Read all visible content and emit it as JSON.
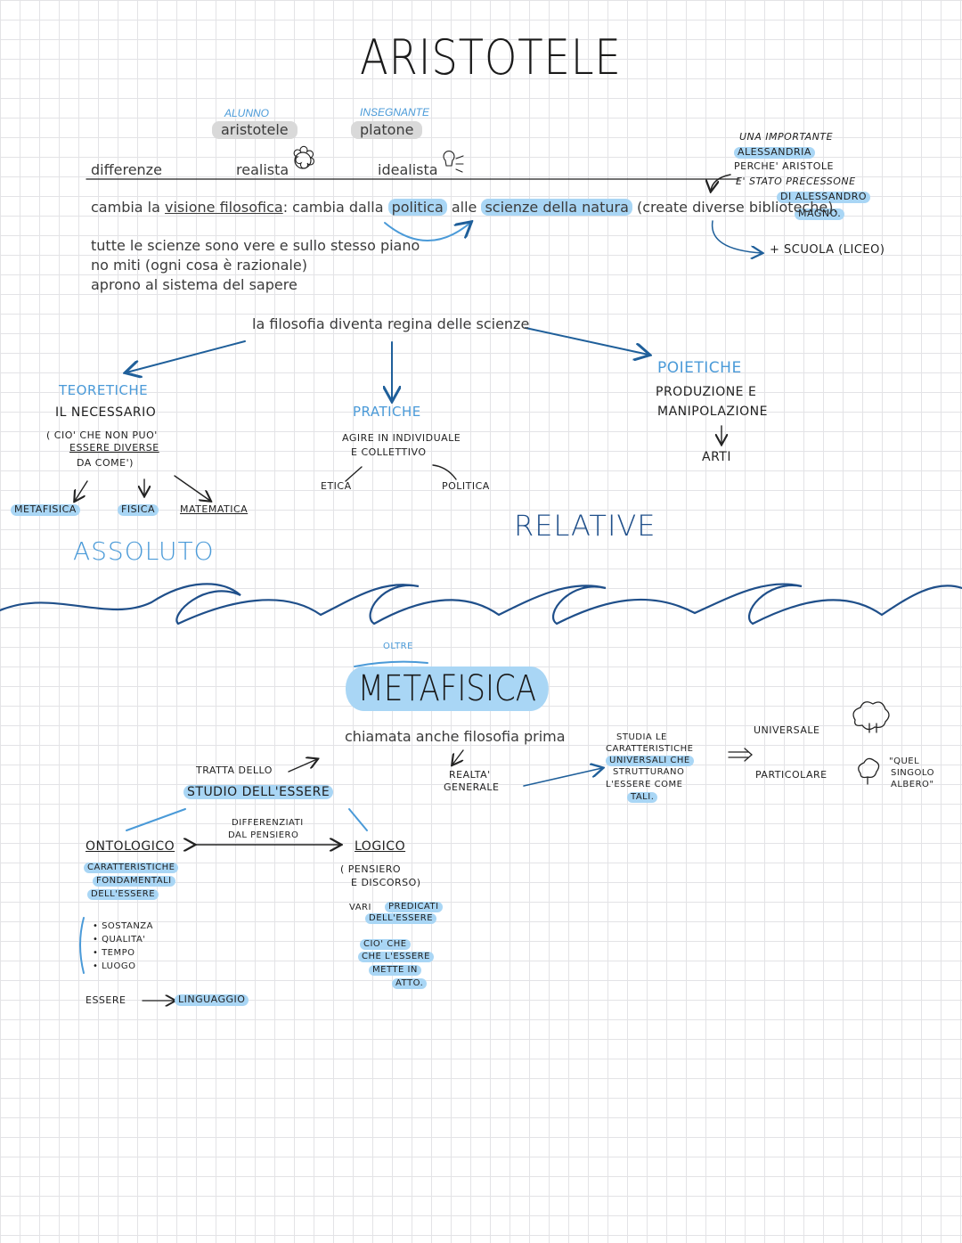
{
  "title": "ARISTOTELE",
  "header": {
    "alunno_label": "ALUNNO",
    "alunno_name": "aristotele",
    "insegnante_label": "INSEGNANTE",
    "insegnante_name": "platone",
    "differenze": "differenze",
    "realista": "realista",
    "idealista": "idealista"
  },
  "side_note": {
    "lines": [
      "UNA IMPORTANTE",
      "ALESSANDRIA",
      "PERCHE' ARISTOLE",
      "E' STATO PRECESSONE",
      "DI ALESSANDRO",
      "MAGNO."
    ],
    "scuola": "+ SCUOLA (LICEO)"
  },
  "sentence": {
    "part1": "cambia la ",
    "visione": "visione filosofica",
    "part2": ": cambia dalla ",
    "politica": "politica",
    "part3": " alle ",
    "scienze": "scienze della natura",
    "part4": " (create diverse biblioteche)."
  },
  "notes": [
    "tutte le scienze sono vere e sullo stesso piano",
    "no miti (ogni cosa è razionale)",
    "aprono al sistema del sapere"
  ],
  "regina": "la filosofia diventa regina delle scienze",
  "teoretiche": {
    "title": "TEORETICHE",
    "lines": [
      "IL NECESSARIO",
      "( CIO' CHE NON PUO'",
      "ESSERE DIVERSE",
      "DA COME')"
    ],
    "items": [
      "METAFISICA",
      "FISICA",
      "MATEMATICA"
    ],
    "assoluto": "ASSOLUTO"
  },
  "pratiche": {
    "title": "PRATICHE",
    "lines": [
      "AGIRE IN INDIVIDUALE",
      "E COLLETTIVO"
    ],
    "items": [
      "ETICA",
      "POLITICA"
    ]
  },
  "poietiche": {
    "title": "POIETICHE",
    "lines": [
      "PRODUZIONE E",
      "MANIPOLAZIONE"
    ],
    "arti": "ARTI"
  },
  "relative": "RELATIVE",
  "metafisica": {
    "oltre": "OLTRE",
    "title": "METAFISICA",
    "subtitle": "chiamata anche filosofia prima",
    "realta": [
      "REALTA'",
      "GENERALE"
    ],
    "studia": [
      "STUDIA LE",
      "CARATTERISTICHE",
      "UNIVERSALI CHE",
      "STRUTTURANO",
      "L'ESSERE COME",
      "TALI."
    ],
    "universale": "UNIVERSALE",
    "particolare": "PARTICOLARE",
    "albero": [
      "\"QUEL",
      "SINGOLO",
      "ALBERO\""
    ],
    "tratta": "TRATTA DELLO",
    "studio": "STUDIO DELL'ESSERE",
    "differenziati": [
      "DIFFERENZIATI",
      "DAL PENSIERO"
    ],
    "ontologico": {
      "title": "ONTOLOGICO",
      "lines": [
        "CARATTERISTICHE",
        "FONDAMENTALI",
        "DELL'ESSERE"
      ],
      "list": [
        "SOSTANZA",
        "QUALITA'",
        "TEMPO",
        "LUOGO"
      ],
      "essere": "ESSERE",
      "linguaggio": "LINGUAGGIO"
    },
    "logico": {
      "title": "LOGICO",
      "lines": [
        "( PENSIERO",
        "E DISCORSO)"
      ],
      "vari": "VARI",
      "predicati": [
        "PREDICATI",
        "DELL'ESSERE"
      ],
      "cio": [
        "CIO' CHE",
        "CHE L'ESSERE",
        "METTE IN",
        "ATTO."
      ]
    }
  },
  "colors": {
    "accent": "#4a9ad8",
    "highlight": "#a9d6f5",
    "grey": "#d9d9d9",
    "ink": "#1f1f1f"
  }
}
